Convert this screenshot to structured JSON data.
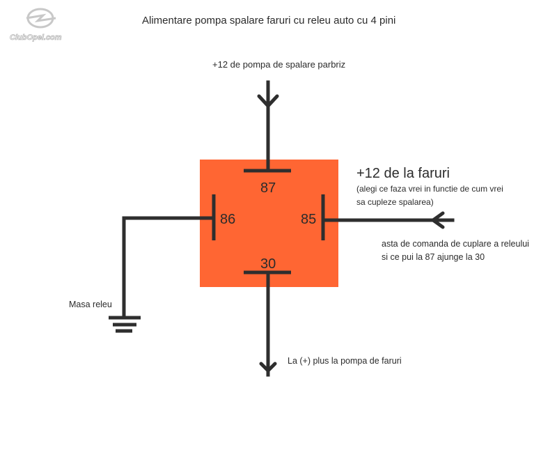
{
  "logo": {
    "text": "ClubOpel.com"
  },
  "title": "Alimentare pompa spalare faruri cu releu auto cu 4 pini",
  "colors": {
    "relay": "#ff6633",
    "wire": "#2e2e2e",
    "text": "#2b2b2b"
  },
  "pins": {
    "p87": "87",
    "p86": "86",
    "p85": "85",
    "p30": "30"
  },
  "labels": {
    "top_supply": "+12 de pompa de spalare parbriz",
    "right_heading": "+12 de la faruri",
    "right_note_1": "(alegi ce faza vrei in functie de cum vrei",
    "right_note_2": "sa cupleze spalarea)",
    "control_note_1": "asta de comanda de cuplare a releului",
    "control_note_2": "si ce pui la 87 ajunge la 30",
    "ground": "Masa releu",
    "output": "La (+) plus la pompa de faruri"
  }
}
